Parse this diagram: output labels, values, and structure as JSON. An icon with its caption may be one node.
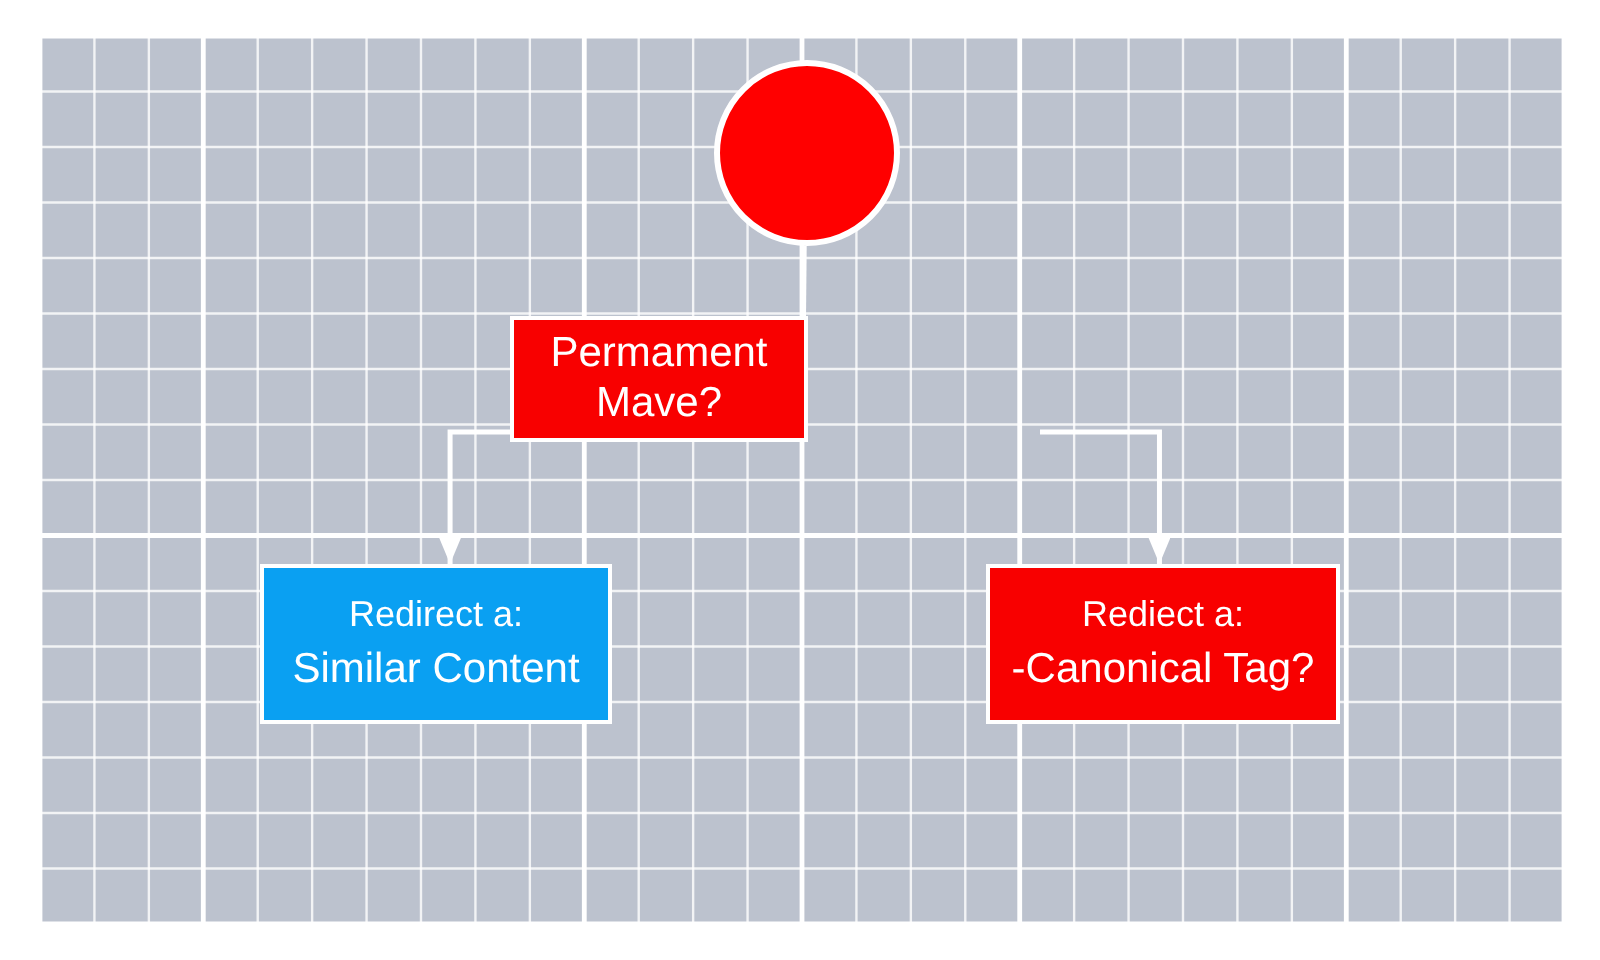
{
  "diagram": {
    "nodes": [
      {
        "text": [],
        "shape": "circle"
      },
      {
        "text": [
          "Permament Mave?"
        ]
      },
      {
        "text": [
          "Redirect a:",
          "Similar Content"
        ]
      },
      {
        "text": [
          "Rediect a:",
          "-Canonical Tag?"
        ]
      }
    ],
    "edges": [
      {
        "from": 0,
        "to": 1,
        "arrow": "none"
      },
      {
        "from": 1,
        "to": 2,
        "arrow": "to"
      },
      {
        "from": null,
        "to": 3,
        "arrow": "to"
      }
    ]
  }
}
